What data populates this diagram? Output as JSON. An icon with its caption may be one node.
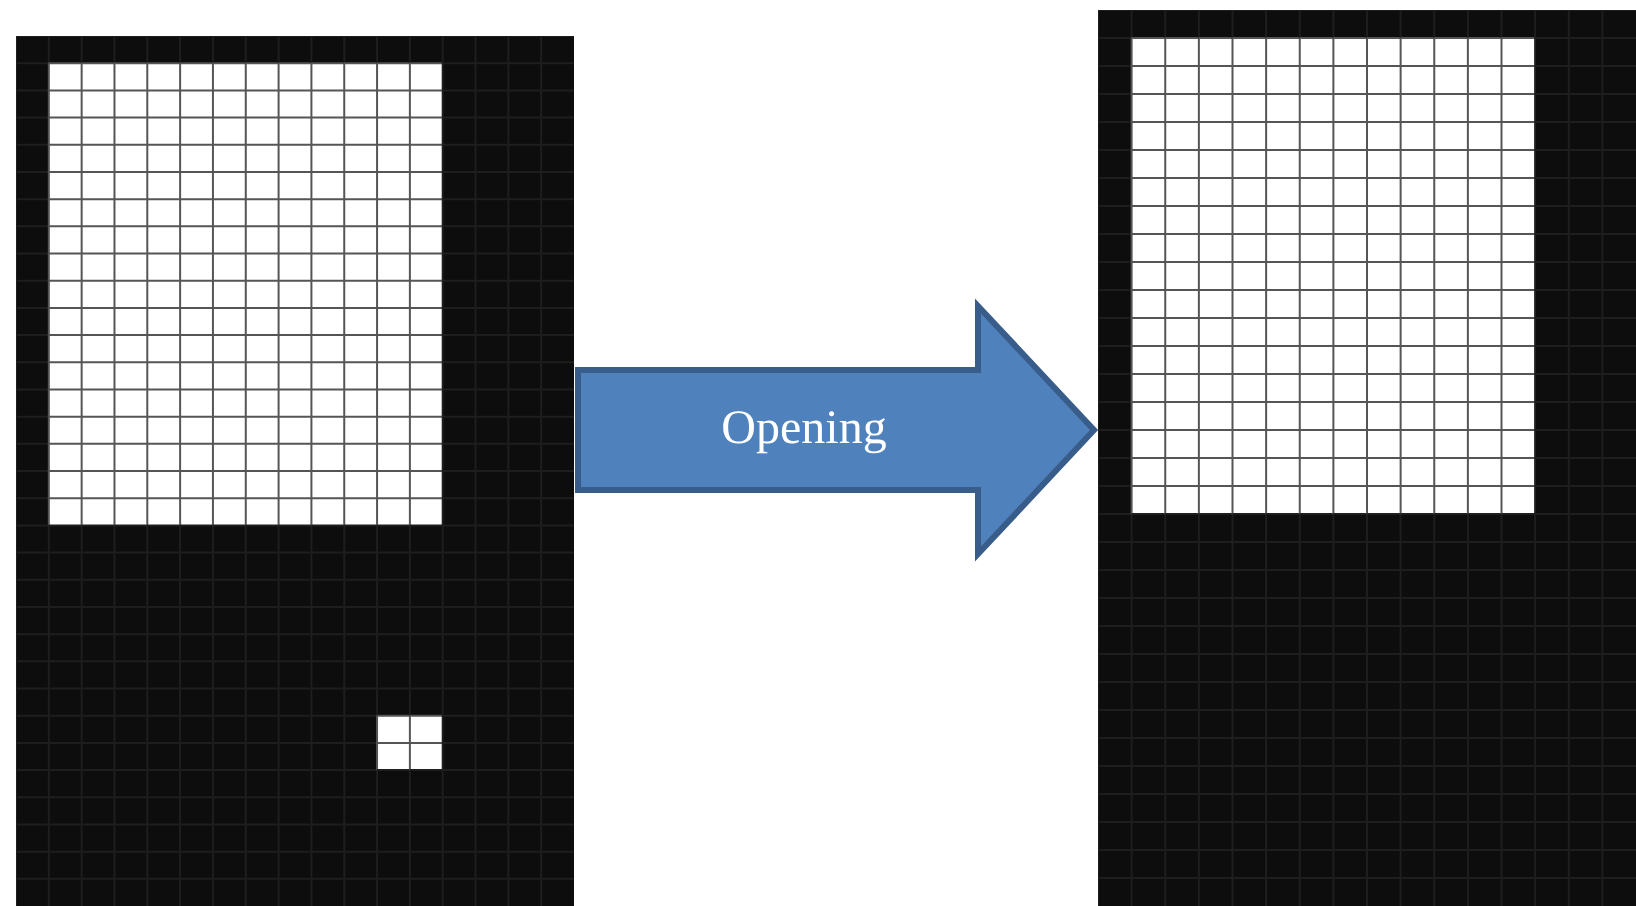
{
  "diagram": {
    "nodes": [
      {
        "text": [],
        "shape": "picture"
      },
      {
        "text": [],
        "shape": "picture"
      }
    ],
    "edges": [
      {
        "from": 0,
        "to": 1,
        "arrow": "to",
        "label": "Opening"
      }
    ]
  }
}
